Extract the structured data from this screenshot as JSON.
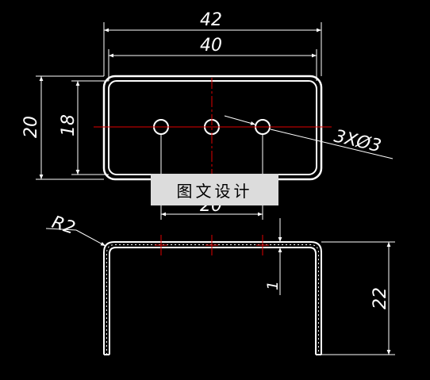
{
  "drawing": {
    "dimensions": {
      "top_width_outer": "42",
      "top_width_inner": "40",
      "height_outer": "20",
      "height_inner": "18",
      "holes": "3XØ3",
      "hole_spacing": "20",
      "radius": "R2",
      "thickness": "1",
      "side_height": "22"
    },
    "watermark": "图文设计",
    "colors": {
      "background": "#000000",
      "lines": "#ffffff",
      "centerlines": "#ff0000"
    }
  }
}
